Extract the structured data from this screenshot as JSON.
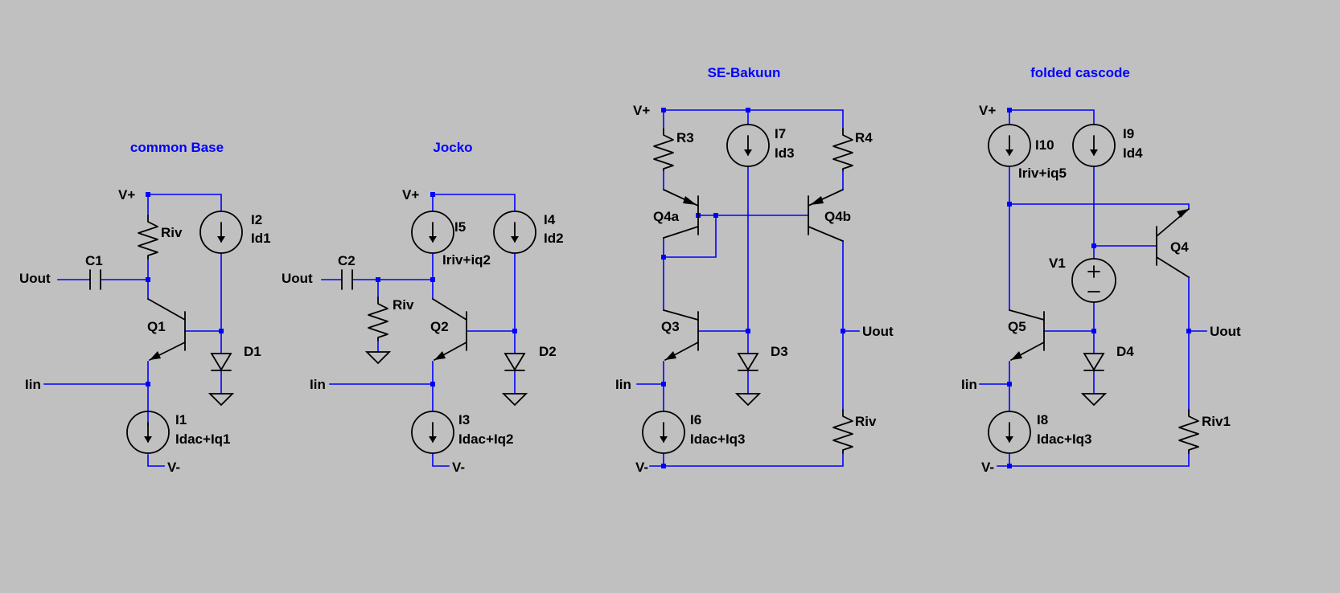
{
  "titles": {
    "t1": "common Base",
    "t2": "Jocko",
    "t3": "SE-Bakuun",
    "t4": "folded cascode"
  },
  "labels": {
    "c1_vplus": "V+",
    "c1_riv": "Riv",
    "c1_i2": "I2",
    "c1_id1": "Id1",
    "c1_c1": "C1",
    "c1_uout": "Uout",
    "c1_q1": "Q1",
    "c1_d1": "D1",
    "c1_iin": "Iin",
    "c1_i1": "I1",
    "c1_i1val": "Idac+Iq1",
    "c1_vminus": "V-",
    "c2_vplus": "V+",
    "c2_i5": "I5",
    "c2_i5val": "Iriv+iq2",
    "c2_i4": "I4",
    "c2_id2": "Id2",
    "c2_c2": "C2",
    "c2_uout": "Uout",
    "c2_riv": "Riv",
    "c2_q2": "Q2",
    "c2_d2": "D2",
    "c2_iin": "Iin",
    "c2_i3": "I3",
    "c2_i3val": "Idac+Iq2",
    "c2_vminus": "V-",
    "c3_vplus": "V+",
    "c3_r3": "R3",
    "c3_i7": "I7",
    "c3_id3": "Id3",
    "c3_r4": "R4",
    "c3_q4a": "Q4a",
    "c3_q4b": "Q4b",
    "c3_q3": "Q3",
    "c3_d3": "D3",
    "c3_uout": "Uout",
    "c3_iin": "Iin",
    "c3_i6": "I6",
    "c3_i6val": "Idac+Iq3",
    "c3_riv": "Riv",
    "c3_vminus": "V-",
    "c4_vplus": "V+",
    "c4_i10": "I10",
    "c4_i10val": "Iriv+iq5",
    "c4_i9": "I9",
    "c4_id4": "Id4",
    "c4_q4": "Q4",
    "c4_v1": "V1",
    "c4_q5": "Q5",
    "c4_d4": "D4",
    "c4_uout": "Uout",
    "c4_iin": "Iin",
    "c4_i8": "I8",
    "c4_i8val": "Idac+Iq3",
    "c4_riv1": "Riv1",
    "c4_vminus": "V-"
  },
  "colors": {
    "background": "#c0c0c0",
    "wire": "#0000ff",
    "component": "#000000",
    "title": "#0000ff"
  }
}
